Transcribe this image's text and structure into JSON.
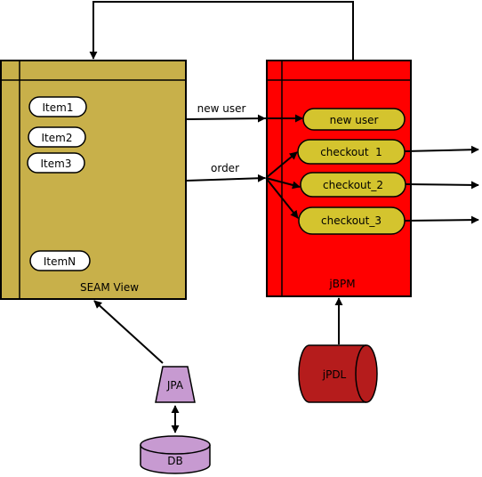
{
  "colors": {
    "seam_fill": "#c8b04a",
    "jbpm_fill": "#ff0000",
    "pill_white": "#ffffff",
    "pill_yellow": "#d4c42e",
    "jpa_fill": "#c79ad1",
    "db_fill": "#c79ad1",
    "jpdl_fill": "#b51c1c",
    "line": "#000000"
  },
  "seam_view": {
    "label": "SEAM View",
    "items": [
      "Item1",
      "Item2",
      "Item3",
      "ItemN"
    ]
  },
  "jbpm": {
    "label": "jBPM",
    "nodes": [
      "new user",
      "checkout  1",
      "checkout_2",
      "checkout_3"
    ]
  },
  "edges": {
    "new_user": "new user",
    "order": "order"
  },
  "jpa": {
    "label": "JPA"
  },
  "db": {
    "label": "DB"
  },
  "jpdl": {
    "label": "jPDL"
  }
}
